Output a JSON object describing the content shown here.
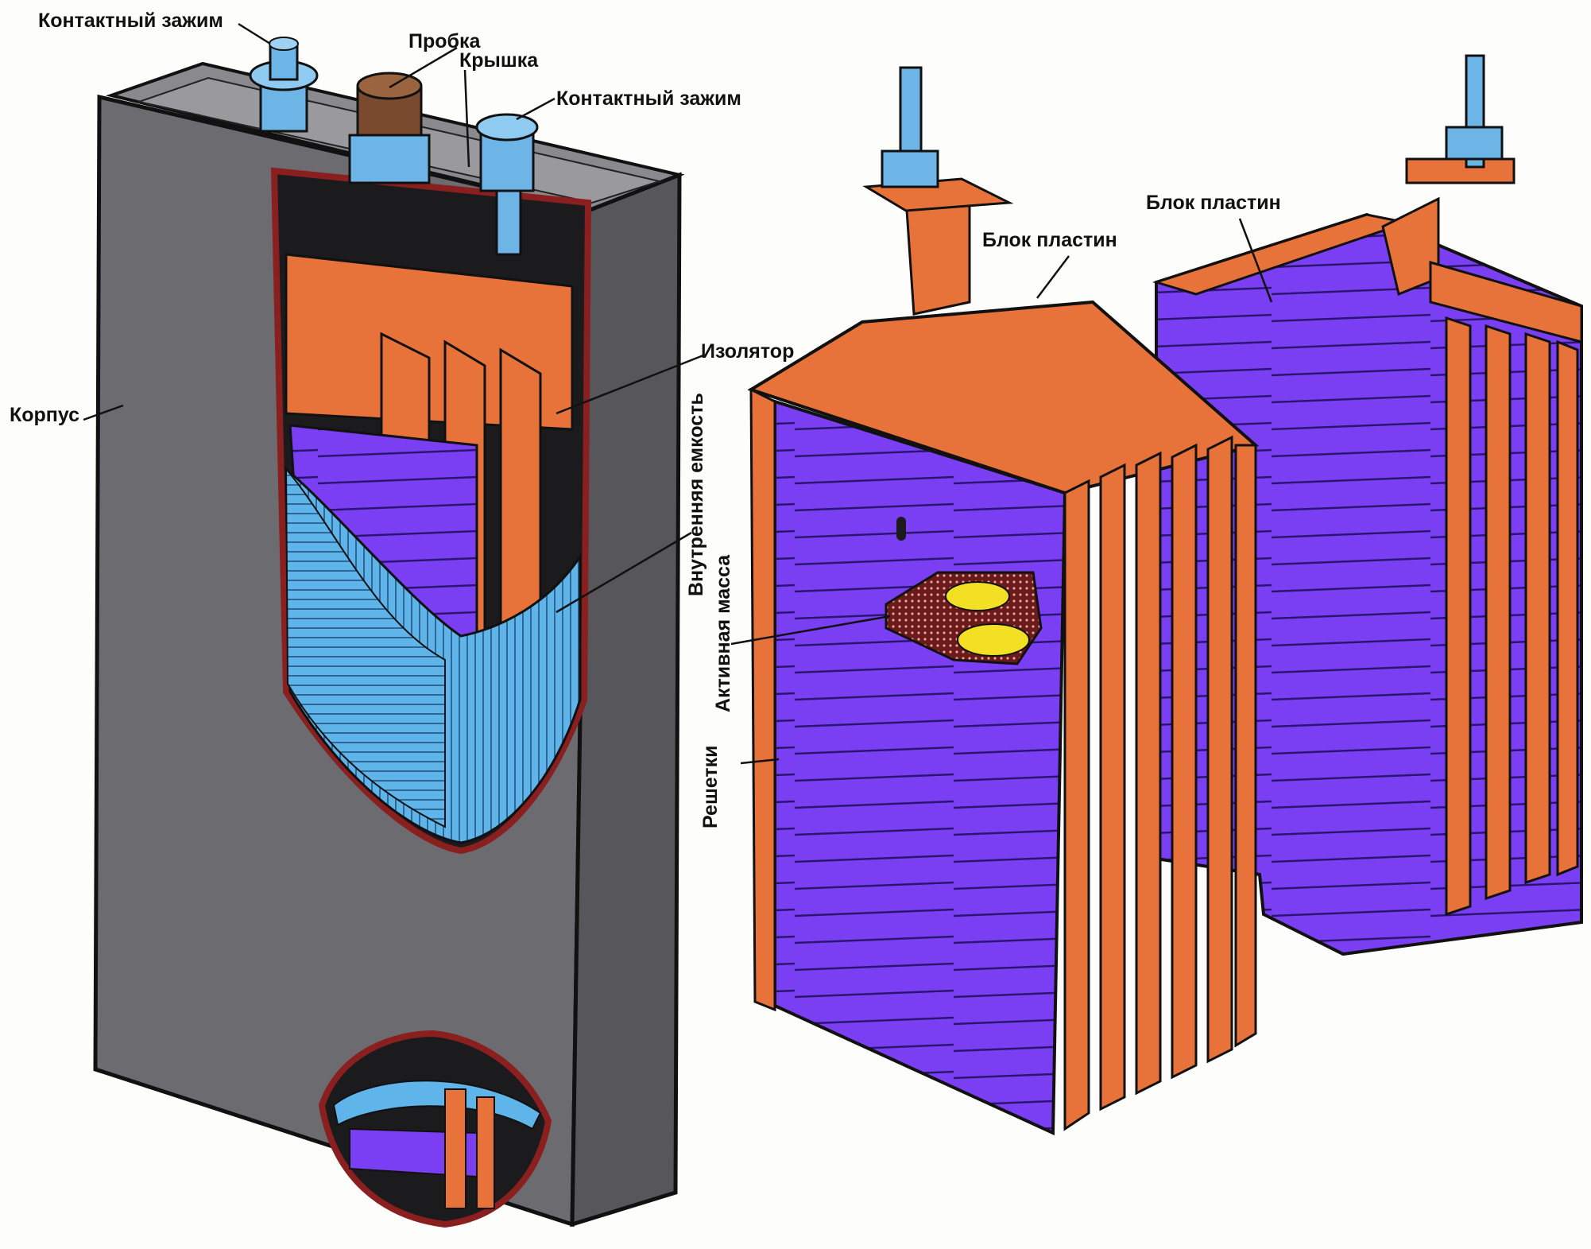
{
  "labels": {
    "terminal_top": "Контактный зажим",
    "plug": "Пробка",
    "lid": "Крышка",
    "terminal_right": "Контактный зажим",
    "housing": "Корпус",
    "insulator": "Изолятор",
    "inner_container": "Внутренняя емкость",
    "active_mass": "Активная масса",
    "grids": "Решетки",
    "plate_block_front": "Блок пластин",
    "plate_block_back": "Блок пластин"
  },
  "colors": {
    "housing": "#6b6b70",
    "housing_dark": "#3a3a3e",
    "copper": "#e8733a",
    "copper_dark": "#a8441c",
    "plate": "#7a3ff2",
    "plate_dark": "#4a1fb0",
    "inner_blue": "#5fb4ea",
    "terminal_blue": "#6cb5e6",
    "plug_brown": "#7a4a2e",
    "active_yellow": "#f3e024",
    "line": "#111111"
  }
}
